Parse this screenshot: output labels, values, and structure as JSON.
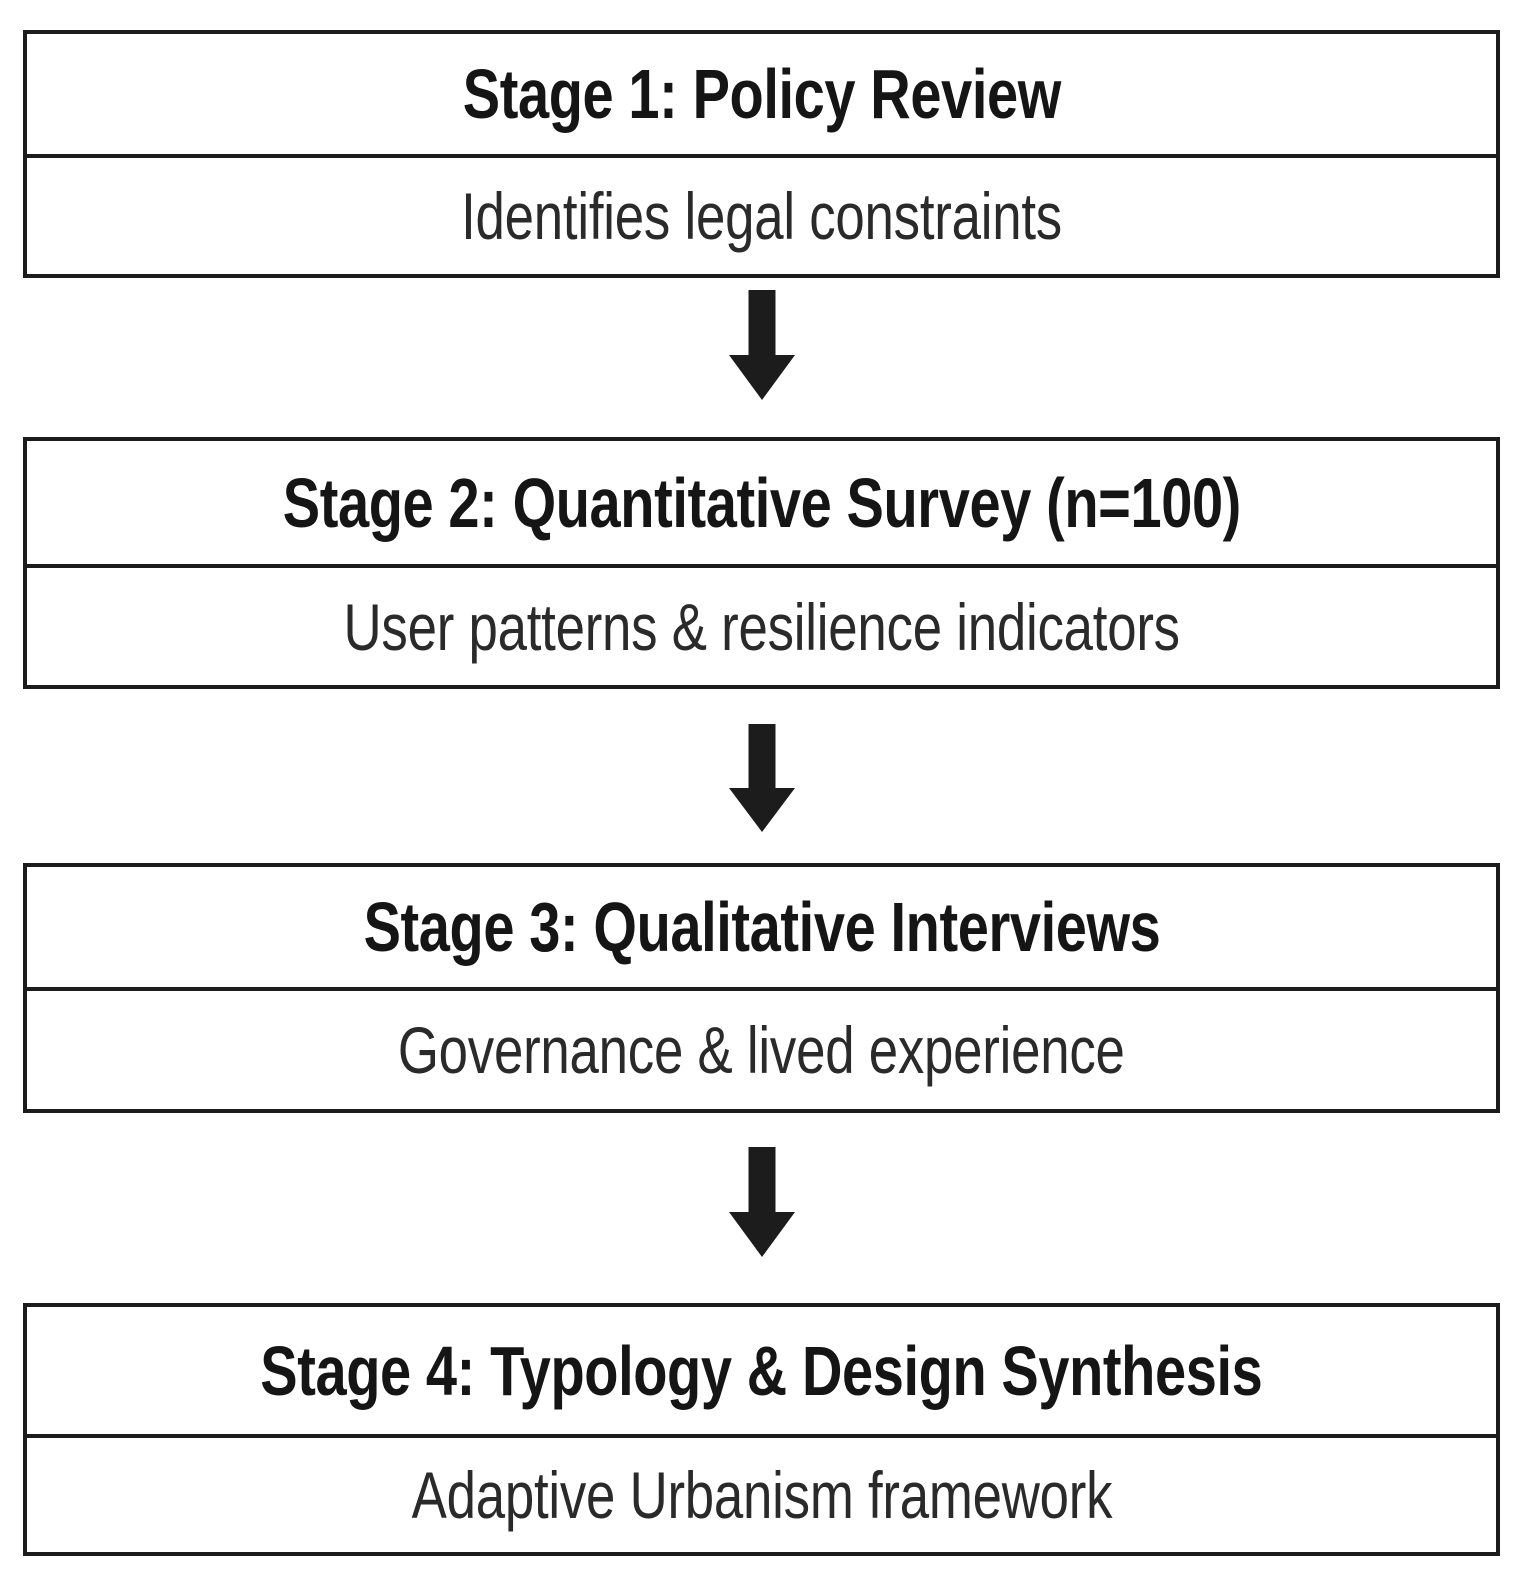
{
  "diagram": {
    "type": "vertical-flowchart",
    "orientation": "top-to-bottom",
    "background_color": "#ffffff",
    "line_color": "#1c1c1c",
    "text_color": "#151515",
    "stage_count": 4,
    "arrow_count": 3,
    "arrow_icon": "arrow-down-icon",
    "stages": [
      {
        "id": "stage-1",
        "title": "Stage 1: Policy Review",
        "body": "Identifies legal constraints"
      },
      {
        "id": "stage-2",
        "title": "Stage 2: Quantitative Survey (n=100)",
        "body": "User patterns & resilience indicators"
      },
      {
        "id": "stage-3",
        "title": "Stage 3: Qualitative Interviews",
        "body": "Governance & lived experience"
      },
      {
        "id": "stage-4",
        "title": "Stage 4: Typology & Design Synthesis",
        "body": "Adaptive Urbanism framework"
      }
    ],
    "connectors": [
      {
        "id": "arrow-1-2",
        "from": "stage-1",
        "to": "stage-2",
        "glyph": "↓"
      },
      {
        "id": "arrow-2-3",
        "from": "stage-2",
        "to": "stage-3",
        "glyph": "↓"
      },
      {
        "id": "arrow-3-4",
        "from": "stage-3",
        "to": "stage-4",
        "glyph": "↓"
      }
    ]
  }
}
